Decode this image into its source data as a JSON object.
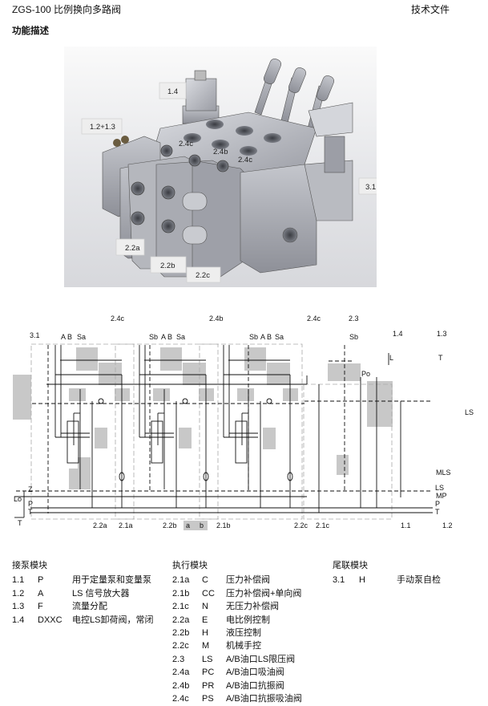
{
  "header": {
    "title": "ZGS-100 比例换向多路阀",
    "doc_type": "技术文件"
  },
  "section_title": "功能描述",
  "photo": {
    "labels": [
      "1.4",
      "1.2+1.3",
      "2.4c",
      "2.4b",
      "2.4c",
      "3.1",
      "2.2a",
      "2.2b",
      "2.2c"
    ]
  },
  "schematic": {
    "labels": [
      "3.1",
      "A B",
      "Sa",
      "Sb",
      "A B",
      "Sa",
      "Sb",
      "A B",
      "Sa",
      "Sb",
      "2.4c",
      "2.4b",
      "2.4c",
      "2.3",
      "1.4",
      "1.3",
      "Po",
      "L",
      "T",
      "LS",
      "MLS",
      "Z",
      "LS",
      "Lo",
      "MP",
      "P",
      "P",
      "T",
      "T",
      "2.2a",
      "2.1a",
      "2.2b",
      "a",
      "b",
      "2.1b",
      "2.2c",
      "2.1c",
      "1.1",
      "1.2",
      "T"
    ]
  },
  "legend": {
    "pump_module": {
      "heading": "接泵模块",
      "items": [
        {
          "code": "1.1",
          "letter": "P",
          "desc": "用于定量泵和变量泵"
        },
        {
          "code": "1.2",
          "letter": "A",
          "desc": "LS 信号放大器"
        },
        {
          "code": "1.3",
          "letter": "F",
          "desc": "流量分配"
        },
        {
          "code": "1.4",
          "letter": "DXXC",
          "desc": "电控LS卸荷阀，常闭"
        }
      ]
    },
    "actuator_module": {
      "heading": "执行模块",
      "items": [
        {
          "code": "2.1a",
          "letter": "C",
          "desc": "压力补偿阀"
        },
        {
          "code": "2.1b",
          "letter": "CC",
          "desc": "压力补偿阀+单向阀"
        },
        {
          "code": "2.1c",
          "letter": "N",
          "desc": "无压力补偿阀"
        },
        {
          "code": "2.2a",
          "letter": "E",
          "desc": "电比例控制"
        },
        {
          "code": "2.2b",
          "letter": "H",
          "desc": "液压控制"
        },
        {
          "code": "2.2c",
          "letter": "M",
          "desc": "机械手控"
        },
        {
          "code": "2.3",
          "letter": "LS",
          "desc": "A/B油口LS限压阀"
        },
        {
          "code": "2.4a",
          "letter": "PC",
          "desc": "A/B油口吸油阀"
        },
        {
          "code": "2.4b",
          "letter": "PR",
          "desc": "A/B油口抗振阀"
        },
        {
          "code": "2.4c",
          "letter": "PS",
          "desc": "A/B油口抗振吸油阀"
        }
      ]
    },
    "end_module": {
      "heading": "尾联模块",
      "items": [
        {
          "code": "3.1",
          "letter": "H",
          "desc": "手动泵自检"
        }
      ]
    }
  }
}
